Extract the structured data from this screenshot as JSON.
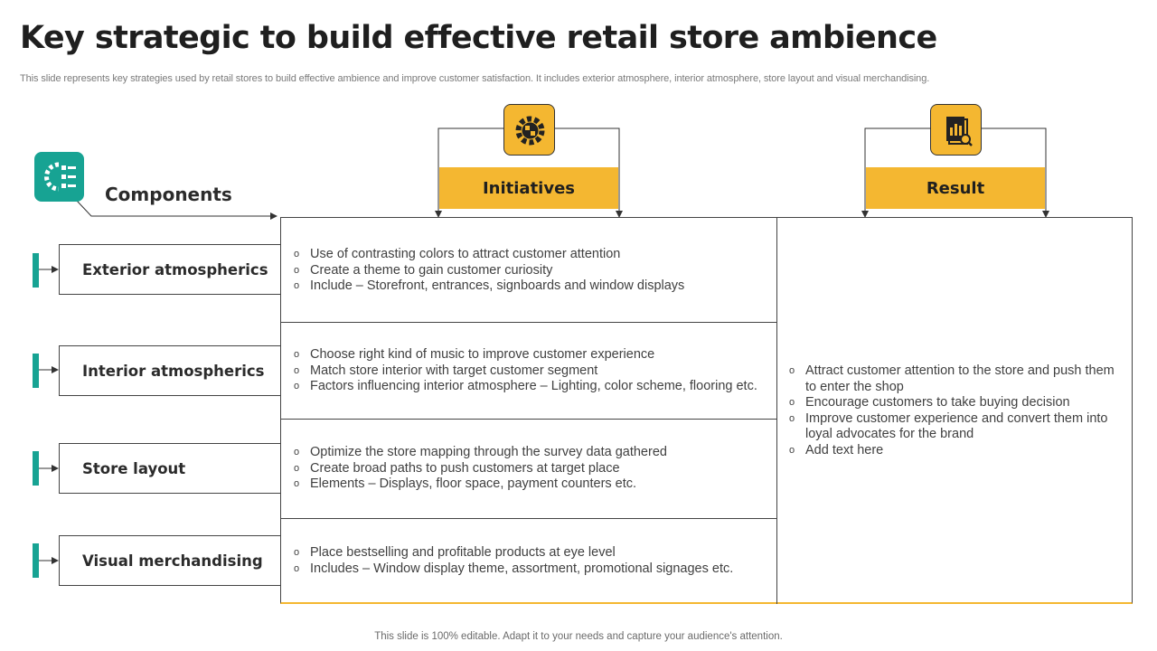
{
  "title": "Key strategic to build effective retail store ambience",
  "subtitle": "This slide represents key strategies used by retail stores to build effective  ambience and improve customer satisfaction. It includes exterior atmosphere, interior atmosphere, store layout and visual merchandising.",
  "components_heading": "Components",
  "initiatives_header": "Initiatives",
  "result_header": "Result",
  "components": [
    {
      "label": "Exterior atmospherics",
      "initiatives": [
        "Use of contrasting colors to attract customer attention",
        "Create a theme to gain customer curiosity",
        "Include – Storefront, entrances, signboards and window displays"
      ]
    },
    {
      "label": "Interior atmospherics",
      "initiatives": [
        "Choose right kind of music to improve customer experience",
        "Match store interior with target customer segment",
        "Factors influencing interior atmosphere – Lighting,  color scheme, flooring etc."
      ]
    },
    {
      "label": "Store layout",
      "initiatives": [
        "Optimize the store mapping through the survey data gathered",
        "Create broad paths to push customers at target place",
        "Elements – Displays, floor space, payment counters etc."
      ]
    },
    {
      "label": "Visual merchandising",
      "initiatives": [
        "Place bestselling and profitable products at eye level",
        "Includes – Window display theme, assortment, promotional signages etc."
      ]
    }
  ],
  "results": [
    "Attract customer attention to the store and push them to enter the shop",
    "Encourage customers to take buying decision",
    "Improve customer experience and convert them into loyal advocates for the brand",
    "Add text here"
  ],
  "footer": "This slide is 100% editable. Adapt it to your needs and capture your audience's attention.",
  "colors": {
    "accent_yellow": "#f4b731",
    "accent_teal": "#17a393"
  },
  "icons": {
    "components": "settings-list-icon",
    "initiatives": "gear-puzzle-icon",
    "result": "report-chart-icon"
  }
}
